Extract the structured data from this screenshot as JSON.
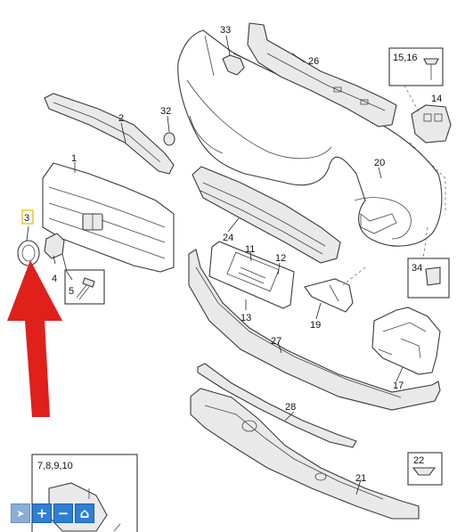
{
  "callouts": {
    "c1": "1",
    "c2": "2",
    "c3": "3",
    "c4": "4",
    "c5": "5",
    "c11": "11",
    "c12": "12",
    "c13": "13",
    "c14": "14",
    "c15_16": "15,16",
    "c17": "17",
    "c19": "19",
    "c20": "20",
    "c21": "21",
    "c22": "22",
    "c24": "24",
    "c26": "26",
    "c27": "27",
    "c28": "28",
    "c32": "32",
    "c33": "33",
    "c34": "34",
    "c7_10": "7,8,9,10"
  },
  "colors": {
    "arrow": "#e0201b",
    "highlight_box": "#e8b400",
    "toolbar_button": "#2f7fd6"
  },
  "toolbar": [
    {
      "name": "pointer-tool-button",
      "icon": "cursor-icon",
      "glyph": "➤"
    },
    {
      "name": "zoom-in-button",
      "icon": "plus-icon",
      "glyph": "+"
    },
    {
      "name": "zoom-out-button",
      "icon": "minus-icon",
      "glyph": "−"
    },
    {
      "name": "home-button",
      "icon": "home-icon",
      "glyph": "⌂"
    }
  ]
}
